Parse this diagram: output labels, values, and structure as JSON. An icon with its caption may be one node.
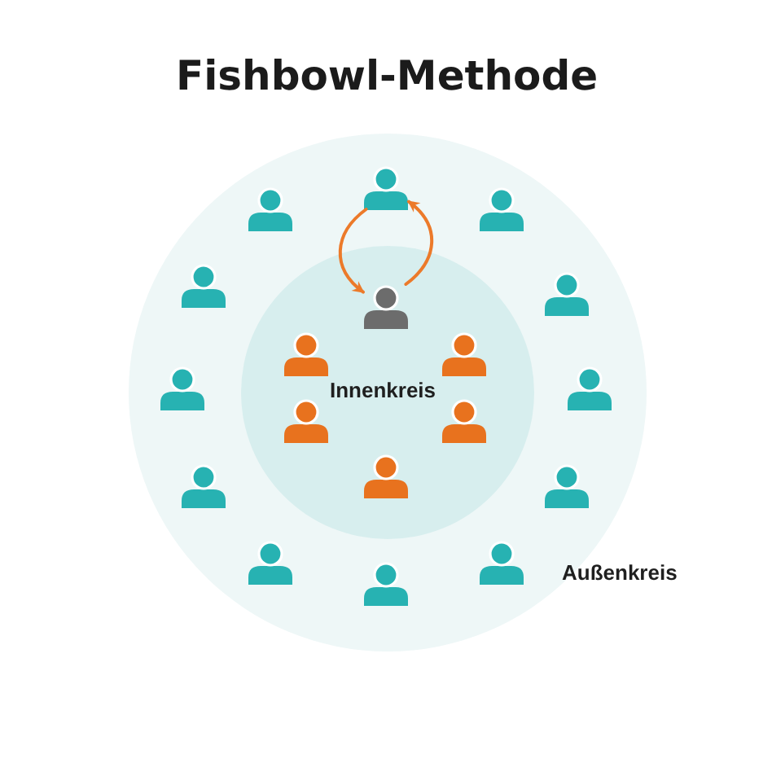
{
  "diagram": {
    "title": "Fishbowl-Methode",
    "nodes": [
      {
        "text": [
          "Außenkreis"
        ]
      },
      {
        "text": [
          "Innenkreis"
        ],
        "in": 0
      },
      {
        "text": [],
        "shape": "person",
        "in": 0
      },
      {
        "text": [],
        "shape": "person",
        "in": 0
      },
      {
        "text": [],
        "shape": "person",
        "in": 0
      },
      {
        "text": [],
        "shape": "person",
        "in": 0
      },
      {
        "text": [],
        "shape": "person",
        "in": 0
      },
      {
        "text": [],
        "shape": "person",
        "in": 1
      },
      {
        "text": [],
        "shape": "person",
        "in": 1
      },
      {
        "text": [],
        "shape": "person",
        "in": 1
      },
      {
        "text": [],
        "shape": "person",
        "in": 0
      },
      {
        "text": [],
        "shape": "person",
        "in": 0
      },
      {
        "text": [],
        "shape": "person",
        "in": 1
      },
      {
        "text": [],
        "shape": "person",
        "in": 1
      },
      {
        "text": [],
        "shape": "person",
        "in": 1
      },
      {
        "text": [],
        "shape": "person",
        "in": 0
      },
      {
        "text": [],
        "shape": "person",
        "in": 0
      },
      {
        "text": [],
        "shape": "person",
        "in": 0
      },
      {
        "text": [],
        "shape": "person",
        "in": 0
      },
      {
        "text": [],
        "shape": "person",
        "in": 0
      }
    ],
    "edges": [
      {
        "from": 2,
        "to": 7,
        "arrow": "to"
      },
      {
        "from": 7,
        "to": 2,
        "arrow": "to"
      }
    ]
  }
}
